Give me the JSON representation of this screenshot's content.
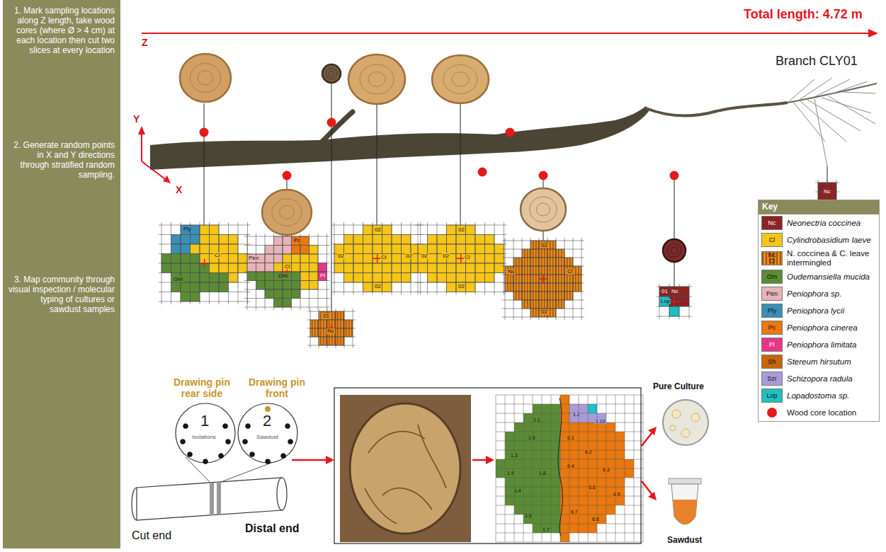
{
  "diagram": {
    "title": "Branch CLY01",
    "nodes": [
      {
        "text": [
          "1. Mark sampling locations along Z length, take wood cores (where Ø > 4 cm) at each location then cut two slices at every location",
          "2. Generate random points in X and Y directions through stratified random sampling.",
          "3. Map community through visual inspection / molecular typing of cultures or sawdust samples"
        ]
      }
    ],
    "labels": [
      "Total length: 4.72 m",
      "Z",
      "Y",
      "X",
      "Ply",
      "Cl",
      "Om",
      "Pen",
      "Pc",
      "Cl",
      "Om",
      "Pl",
      "02",
      "02",
      "Cl",
      "02",
      "02",
      "02",
      "02",
      "02",
      "Cl",
      "02",
      "02",
      "Nc",
      "Cl",
      "02",
      "01",
      "Nc",
      "01",
      "Nc",
      "Lop",
      "Nc",
      "Drawing pin rear side",
      "Drawing pin front",
      "1",
      "Isolations",
      "2",
      "Sawdust",
      "Cut end",
      "Distal end",
      "Pure Culture",
      "Sawdust",
      "1.1",
      "1.2",
      "1.3",
      "1.4",
      "1.5",
      "1.6",
      "1.7",
      "1.8",
      "1.9",
      "1.10",
      "6.1",
      "6.2",
      "6.3",
      "6.4",
      "6.5",
      "6.6",
      "6.7",
      "6.8",
      "Key",
      "Nc",
      "Cl",
      "Nc",
      "Cl",
      "Om",
      "Pen",
      "Ply",
      "Pc",
      "Pl",
      "Sh",
      "Szr",
      "Lop"
    ],
    "legend": [
      {
        "text": "Neonectria coccinea",
        "color": "#8b2323"
      },
      {
        "text": "Cylindrobasidium laeve",
        "color": "#f5c518"
      },
      {
        "text": "N. coccinea & C. leave intermingled"
      },
      {
        "text": "Oudemansiella mucida",
        "color": "#5b8c35"
      },
      {
        "text": "Peniophora sp.",
        "color": "#e8b4b8"
      },
      {
        "text": "Peniophora lycii",
        "color": "#3a8fb7"
      },
      {
        "text": "Peniophora cinerea",
        "color": "#e8780f"
      },
      {
        "text": "Peniophora limitata",
        "color": "#e8358a"
      },
      {
        "text": "Stereum hirsutum",
        "color": "#c8660a"
      },
      {
        "text": "Schizopora radula",
        "color": "#a99bd8"
      },
      {
        "text": "Lopadostoma sp.",
        "color": "#20bfc4"
      },
      {
        "text": "Wood core location"
      }
    ]
  }
}
